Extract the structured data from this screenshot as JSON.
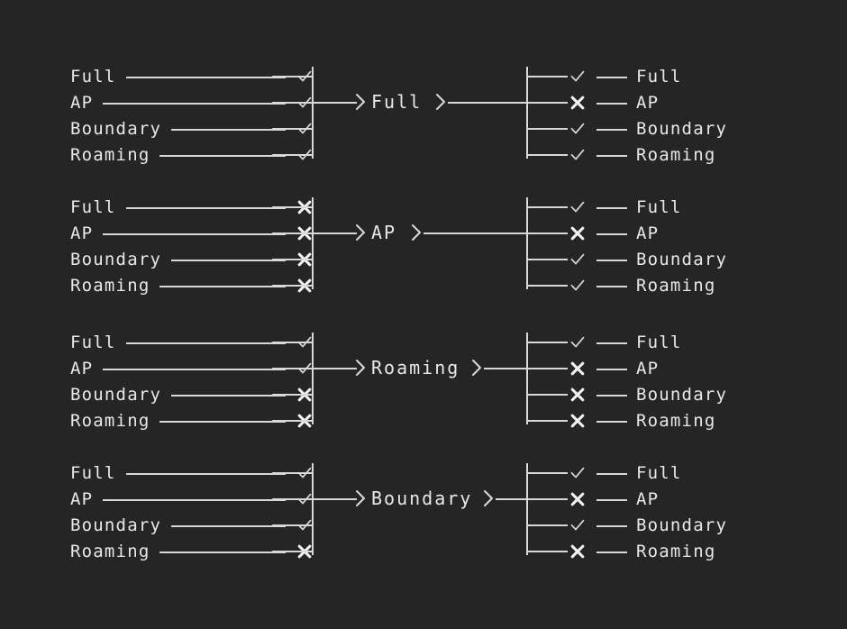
{
  "theme": {
    "background": "#252525",
    "line_color": "#d8d8d8",
    "text_color": "#e8e8e8"
  },
  "icons": {
    "check": "check-icon",
    "cross": "cross-icon",
    "chevron": "chevron-right-icon"
  },
  "groups": [
    {
      "center_label": "Full",
      "inputs": [
        {
          "label": "Full",
          "mark": "check"
        },
        {
          "label": "AP",
          "mark": "check"
        },
        {
          "label": "Boundary",
          "mark": "check"
        },
        {
          "label": "Roaming",
          "mark": "check"
        }
      ],
      "outputs": [
        {
          "label": "Full",
          "mark": "check"
        },
        {
          "label": "AP",
          "mark": "cross"
        },
        {
          "label": "Boundary",
          "mark": "check"
        },
        {
          "label": "Roaming",
          "mark": "check"
        }
      ]
    },
    {
      "center_label": "AP",
      "inputs": [
        {
          "label": "Full",
          "mark": "cross"
        },
        {
          "label": "AP",
          "mark": "cross"
        },
        {
          "label": "Boundary",
          "mark": "cross"
        },
        {
          "label": "Roaming",
          "mark": "cross"
        }
      ],
      "outputs": [
        {
          "label": "Full",
          "mark": "check"
        },
        {
          "label": "AP",
          "mark": "cross"
        },
        {
          "label": "Boundary",
          "mark": "check"
        },
        {
          "label": "Roaming",
          "mark": "check"
        }
      ]
    },
    {
      "center_label": "Roaming",
      "inputs": [
        {
          "label": "Full",
          "mark": "check"
        },
        {
          "label": "AP",
          "mark": "check"
        },
        {
          "label": "Boundary",
          "mark": "cross"
        },
        {
          "label": "Roaming",
          "mark": "cross"
        }
      ],
      "outputs": [
        {
          "label": "Full",
          "mark": "check"
        },
        {
          "label": "AP",
          "mark": "cross"
        },
        {
          "label": "Boundary",
          "mark": "cross"
        },
        {
          "label": "Roaming",
          "mark": "cross"
        }
      ]
    },
    {
      "center_label": "Boundary",
      "inputs": [
        {
          "label": "Full",
          "mark": "check"
        },
        {
          "label": "AP",
          "mark": "check"
        },
        {
          "label": "Boundary",
          "mark": "check"
        },
        {
          "label": "Roaming",
          "mark": "cross"
        }
      ],
      "outputs": [
        {
          "label": "Full",
          "mark": "check"
        },
        {
          "label": "AP",
          "mark": "cross"
        },
        {
          "label": "Boundary",
          "mark": "check"
        },
        {
          "label": "Roaming",
          "mark": "cross"
        }
      ]
    }
  ]
}
